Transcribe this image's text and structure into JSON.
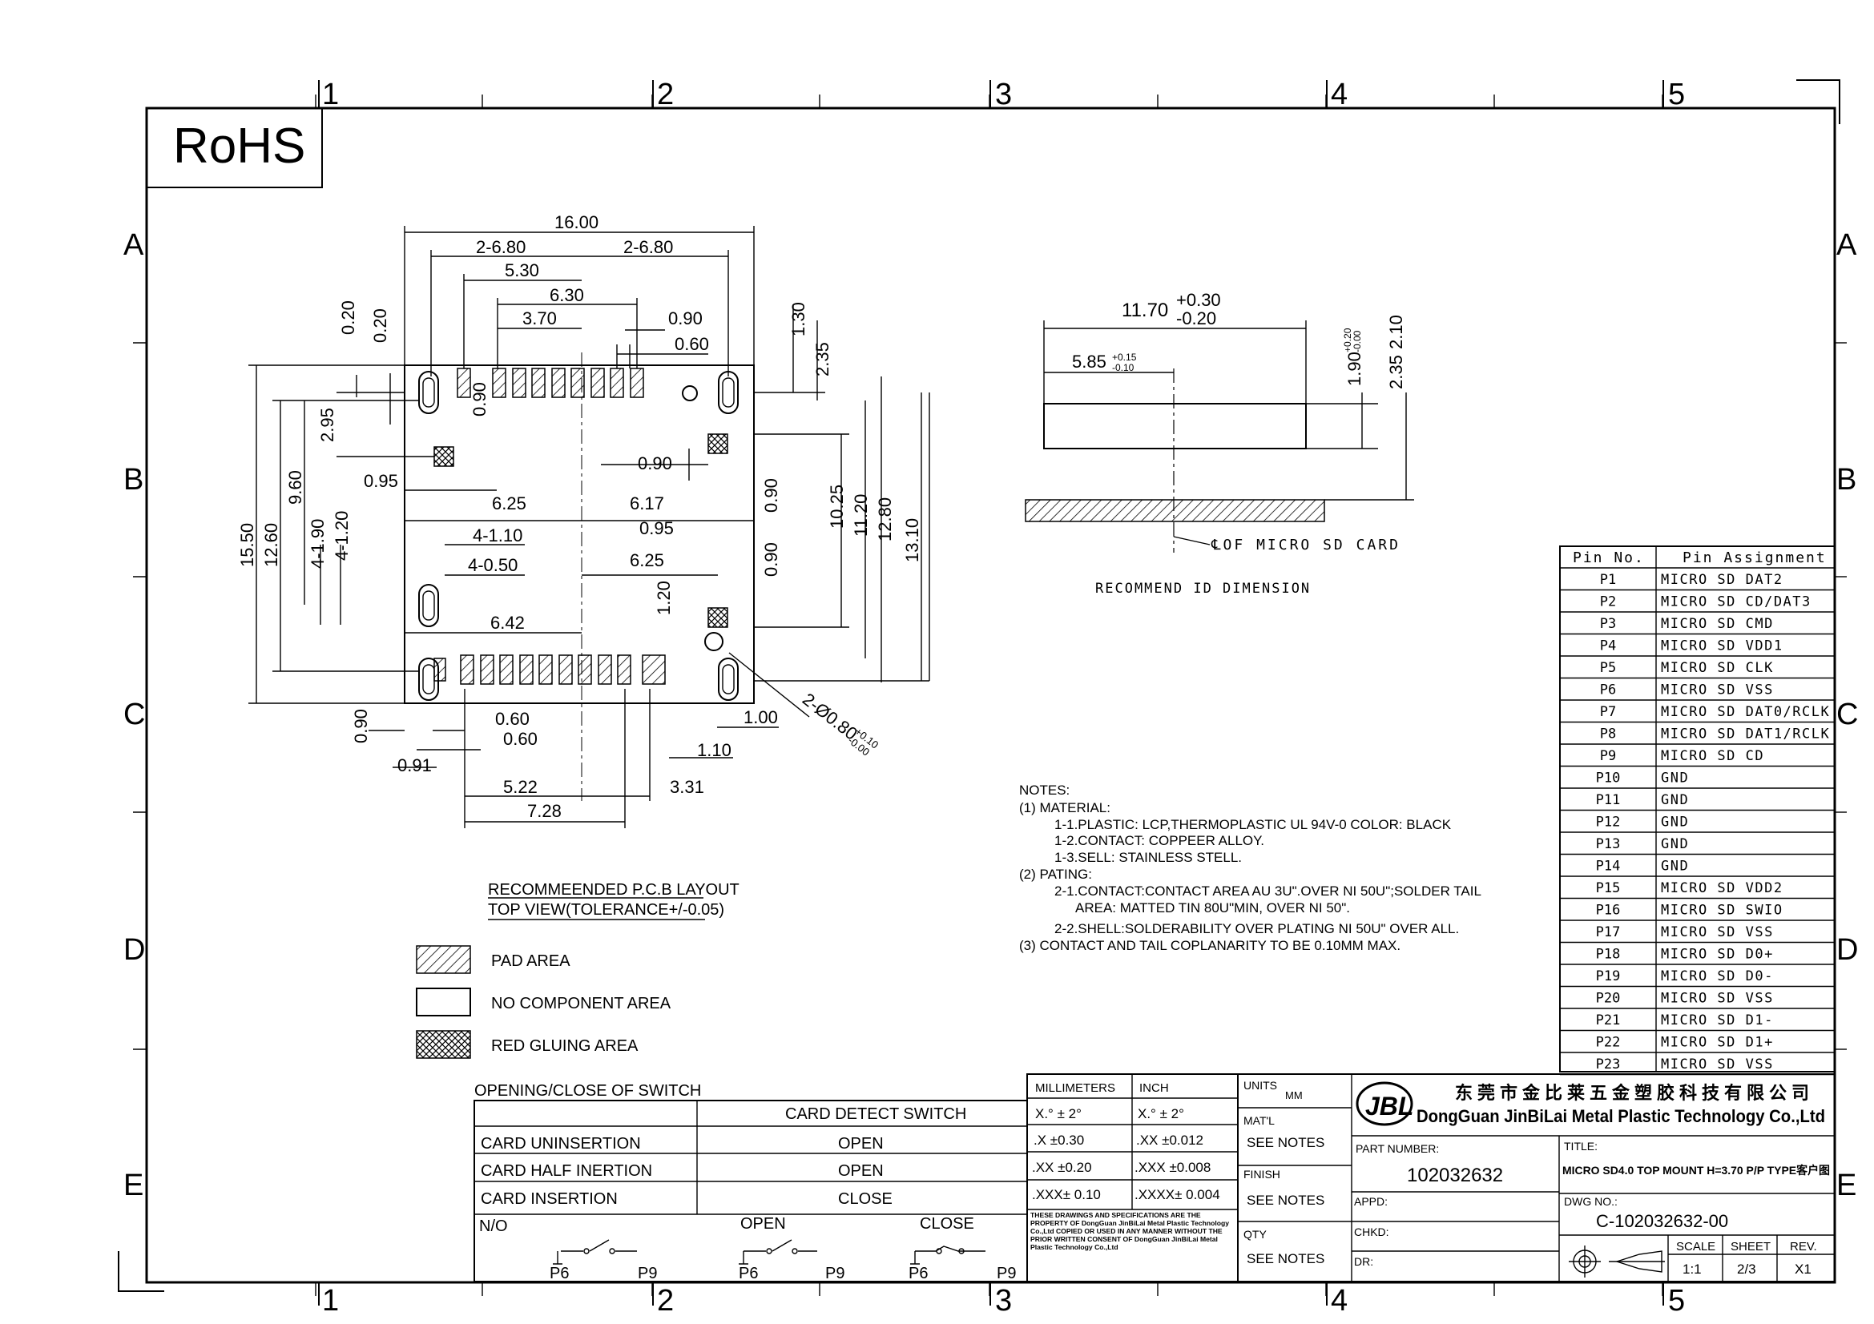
{
  "sheet": {
    "zone_columns": [
      "1",
      "2",
      "3",
      "4",
      "5"
    ],
    "zone_rows": [
      "A",
      "B",
      "C",
      "D",
      "E"
    ],
    "rohs": "RoHS"
  },
  "pcb_layout": {
    "dims_top": [
      "16.00",
      "2-6.80",
      "2-6.80",
      "5.30",
      "6.30",
      "3.70",
      "0.90",
      "0.60",
      "1.30",
      "2.35"
    ],
    "dims_left": [
      "15.50",
      "12.60",
      "9.60",
      "4-1.90",
      "4-1.20",
      "0.20",
      "0.20",
      "2.95",
      "0.95",
      "0.90"
    ],
    "dims_inner": [
      "6.25",
      "6.17",
      "0.90",
      "0.95",
      "4-1.10",
      "4-0.50",
      "6.25",
      "6.42",
      "0.90",
      "0.90",
      "1.20"
    ],
    "dims_right": [
      "10.25",
      "11.20",
      "12.80",
      "13.10"
    ],
    "dims_bottom": [
      "0.90",
      "0.60",
      "0.60",
      "0.91",
      "1.00",
      "1.10",
      "5.22",
      "3.31",
      "7.28"
    ],
    "hole_label": "2-Ø0.80",
    "hole_tol_plus": "+0.10",
    "hole_tol_minus": "-0.00",
    "title_line1": "RECOMMEENDED P.C.B LAYOUT",
    "title_line2": "TOP VIEW(TOLERANCE+/-0.05)"
  },
  "id_dimension": {
    "width": "11.70",
    "width_tol_plus": "+0.30",
    "width_tol_minus": "-0.20",
    "center": "5.85",
    "center_tol_plus": "+0.15",
    "center_tol_minus": "-0.10",
    "height1": "1.90",
    "height1_tol_plus": "+0.20",
    "height1_tol_minus": "-0.00",
    "height2": "2.35",
    "height2_extra": "2.10",
    "centerline": "℄OF MICRO SD CARD",
    "caption": "RECOMMEND ID DIMENSION"
  },
  "notes": {
    "heading": "NOTES:",
    "lines": [
      "(1) MATERIAL:",
      "1-1.PLASTIC: LCP,THERMOPLASTIC UL 94V-0 COLOR: BLACK",
      "1-2.CONTACT: COPPEER ALLOY.",
      "1-3.SELL: STAINLESS STELL.",
      "(2) PATING:",
      "2-1.CONTACT:CONTACT AREA AU 3U\".OVER NI 50U\";SOLDER TAIL",
      "AREA: MATTED TIN 80U\"MIN, OVER NI 50\".",
      "2-2.SHELL:SOLDERABILITY OVER PLATING NI 50U\" OVER ALL.",
      "(3) CONTACT AND TAIL COPLANARITY TO BE 0.10MM MAX."
    ]
  },
  "legend": [
    {
      "label": "PAD AREA"
    },
    {
      "label": "NO COMPONENT AREA"
    },
    {
      "label": "RED GLUING AREA"
    }
  ],
  "pin_table": {
    "headers": [
      "Pin No.",
      "Pin Assignment"
    ],
    "rows": [
      [
        "P1",
        "MICRO SD DAT2"
      ],
      [
        "P2",
        "MICRO SD CD/DAT3"
      ],
      [
        "P3",
        "MICRO SD CMD"
      ],
      [
        "P4",
        "MICRO SD VDD1"
      ],
      [
        "P5",
        "MICRO SD CLK"
      ],
      [
        "P6",
        "MICRO SD VSS"
      ],
      [
        "P7",
        "MICRO SD DAT0/RCLK"
      ],
      [
        "P8",
        "MICRO SD DAT1/RCLK"
      ],
      [
        "P9",
        "MICRO SD CD"
      ],
      [
        "P10",
        "GND"
      ],
      [
        "P11",
        "GND"
      ],
      [
        "P12",
        "GND"
      ],
      [
        "P13",
        "GND"
      ],
      [
        "P14",
        "GND"
      ],
      [
        "P15",
        "MICRO SD VDD2"
      ],
      [
        "P16",
        "MICRO SD SWIO"
      ],
      [
        "P17",
        "MICRO SD VSS"
      ],
      [
        "P18",
        "MICRO SD D0+"
      ],
      [
        "P19",
        "MICRO SD D0-"
      ],
      [
        "P20",
        "MICRO SD VSS"
      ],
      [
        "P21",
        "MICRO SD D1-"
      ],
      [
        "P22",
        "MICRO SD D1+"
      ],
      [
        "P23",
        "MICRO SD VSS"
      ]
    ]
  },
  "switch_table": {
    "title": "OPENING/CLOSE OF SWITCH",
    "header": "CARD DETECT SWITCH",
    "rows": [
      [
        "CARD UNINSERTION",
        "OPEN"
      ],
      [
        "CARD HALF INERTION",
        "OPEN"
      ],
      [
        "CARD INSERTION",
        "CLOSE"
      ]
    ],
    "no_label": "N/O",
    "open_label": "OPEN",
    "close_label": "CLOSE",
    "p6": "P6",
    "p9": "P9"
  },
  "tolerance_block": {
    "mm_header": "MILLIMETERS",
    "inch_header": "INCH",
    "rows": [
      [
        "X.° ± 2°",
        "X.° ± 2°"
      ],
      [
        ".X ±0.30",
        ".XX ±0.012"
      ],
      [
        ".XX ±0.20",
        ".XXX ±0.008"
      ],
      [
        ".XXX± 0.10",
        ".XXXX± 0.004"
      ]
    ],
    "property_note": "THESE DRAWINGS AND SPECIFICATIONS ARE THE PROPERTY OF DongGuan JinBiLai Metal Plastic Technology Co.,Ltd COPIED OR USED IN ANY MANNER WITHOUT THE PRIOR WRITTEN CONSENT OF DongGuan JinBiLai Metal Plastic Technology Co.,Ltd"
  },
  "title_block": {
    "units_label": "UNITS",
    "units_value": "MM",
    "matl_label": "MAT'L",
    "matl_value": "SEE NOTES",
    "finish_label": "FINISH",
    "finish_value": "SEE NOTES",
    "qty_label": "QTY",
    "qty_value": "SEE NOTES",
    "company_cn": "东莞市金比莱五金塑胶科技有限公司",
    "company_en": "DongGuan JinBiLai Metal Plastic Technology Co.,Ltd",
    "logo_text": "JBL",
    "part_number_label": "PART NUMBER:",
    "part_number": "102032632",
    "title_label": "TITLE:",
    "title_value": "MICRO SD4.0 TOP MOUNT H=3.70 P/P TYPE客户图",
    "appd_label": "APPD:",
    "chkd_label": "CHKD:",
    "dr_label": "DR:",
    "dwg_label": "DWG NO.:",
    "dwg_no": "C-102032632-00",
    "scale_label": "SCALE",
    "scale_value": "1:1",
    "sheet_label": "SHEET",
    "sheet_value": "2/3",
    "rev_label": "REV.",
    "rev_value": "X1"
  }
}
